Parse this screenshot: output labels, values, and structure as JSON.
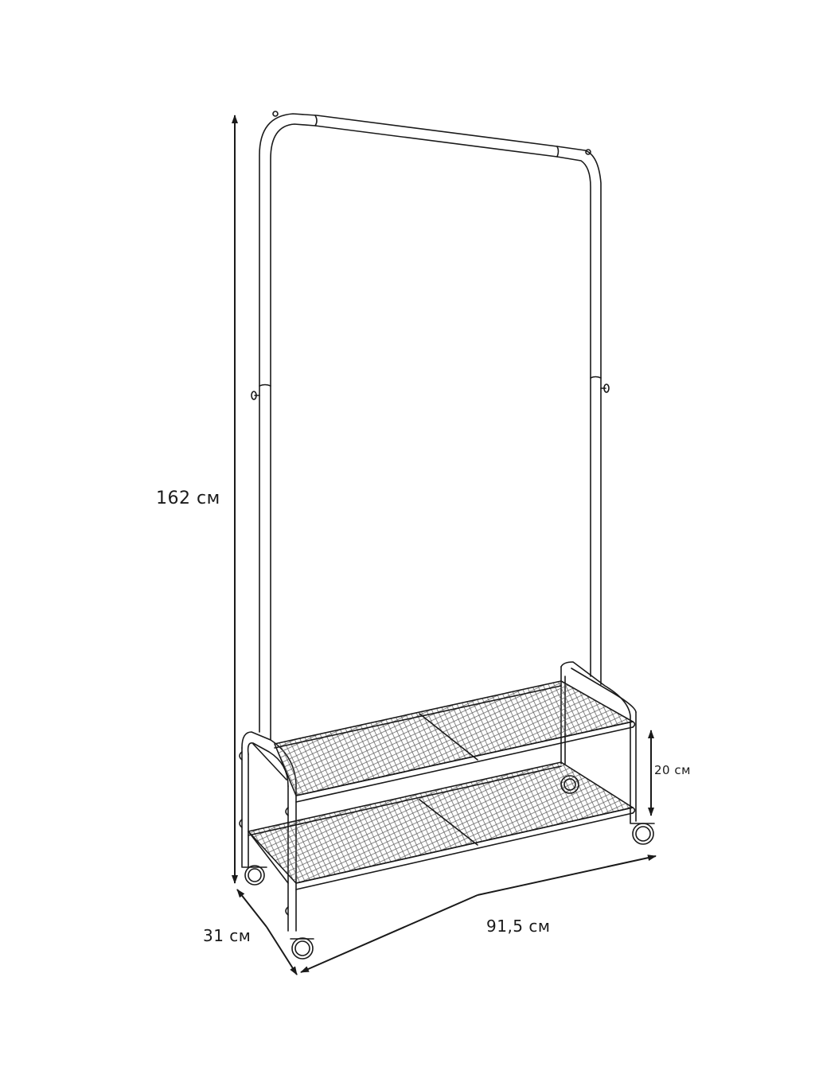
{
  "diagram": {
    "subject": "clothing rack with two mesh shoe shelves on casters",
    "line_color": "#1a1a1a",
    "background": "#ffffff",
    "dimensions": {
      "height": {
        "label": "162 см",
        "value": 162,
        "unit": "см"
      },
      "shelf_spacing": {
        "label": "20 см",
        "value": 20,
        "unit": "см"
      },
      "depth": {
        "label": "31 см",
        "value": 31,
        "unit": "см"
      },
      "width": {
        "label": "91,5 см",
        "value": 91.5,
        "unit": "см"
      }
    },
    "parts": [
      "top-rail",
      "side-uprights",
      "side-hooks",
      "upper-mesh-shelf",
      "lower-mesh-shelf",
      "caster-wheels"
    ]
  }
}
